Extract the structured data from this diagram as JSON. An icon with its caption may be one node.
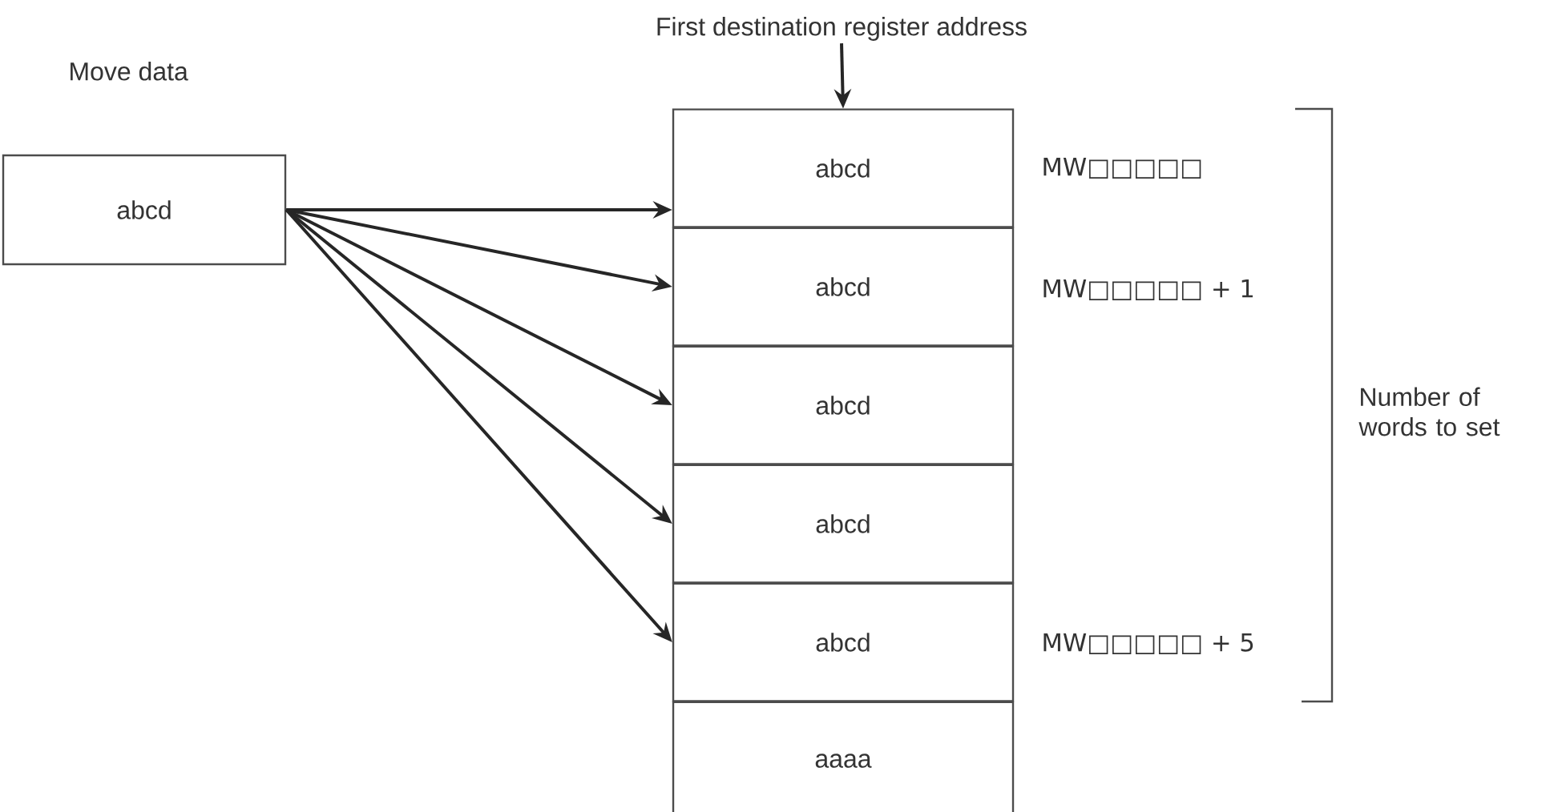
{
  "diagram": {
    "nodes": [
      {
        "text": [
          "abcd"
        ],
        "beside": [
          "Move data"
        ]
      },
      {
        "text": [
          "First destination register address"
        ]
      },
      {
        "text": [
          "abcd"
        ]
      },
      {
        "text": [
          "abcd"
        ]
      },
      {
        "text": [
          "abcd"
        ]
      },
      {
        "text": [
          "abcd"
        ]
      },
      {
        "text": [
          "abcd"
        ]
      },
      {
        "text": [
          "aaaa"
        ]
      }
    ],
    "edges": [
      {
        "from": 1,
        "to": 2,
        "arrow": "to"
      },
      {
        "from": 0,
        "to": 2,
        "arrow": "to"
      },
      {
        "from": 0,
        "to": 3,
        "arrow": "to"
      },
      {
        "from": 0,
        "to": 4,
        "arrow": "to"
      },
      {
        "from": 0,
        "to": 5,
        "arrow": "to"
      },
      {
        "from": 0,
        "to": 6,
        "arrow": "to"
      }
    ],
    "labels": [
      "MW□□□□□",
      "MW□□□□□ + 1",
      "Number of words to set",
      "MW□□□□□ + 5"
    ]
  }
}
